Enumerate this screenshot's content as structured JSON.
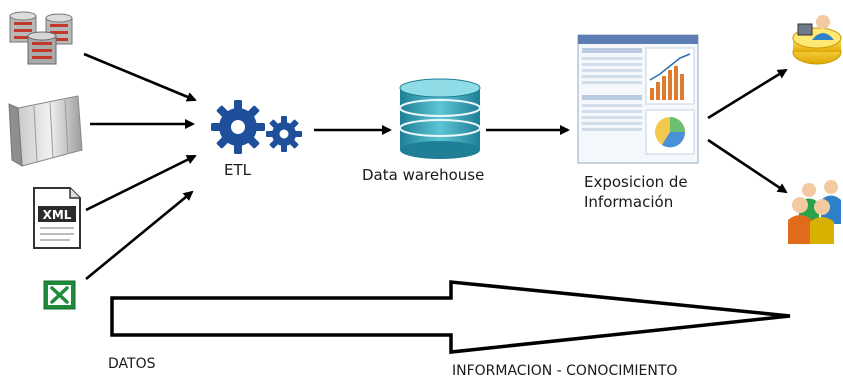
{
  "diagram": {
    "sources": [
      {
        "name": "database-cluster",
        "icon": "database-stack-icon"
      },
      {
        "name": "server-rack",
        "icon": "server-rack-icon"
      },
      {
        "name": "xml-file",
        "icon": "xml-document-icon",
        "text": "XML"
      },
      {
        "name": "excel-file",
        "icon": "excel-icon"
      }
    ],
    "nodes": {
      "etl": {
        "label": "ETL",
        "icon": "gears-icon"
      },
      "warehouse": {
        "label": "Data warehouse",
        "icon": "database-cylinder-icon"
      },
      "exposure": {
        "line1": "Exposicion de",
        "line2": "Información",
        "icon": "dashboard-report-icon"
      }
    },
    "consumers": [
      {
        "name": "single-user",
        "icon": "user-at-desk-icon"
      },
      {
        "name": "user-group",
        "icon": "user-group-icon"
      }
    ],
    "bottom_arrow": {
      "left_label": "DATOS",
      "right_label": "INFORMACION - CONOCIMIENTO"
    },
    "colors": {
      "gear_blue": "#1f4f9b",
      "cylinder_teal": "#3aa6b9",
      "excel_green": "#1e8b3a",
      "arrow_black": "#000000"
    }
  }
}
